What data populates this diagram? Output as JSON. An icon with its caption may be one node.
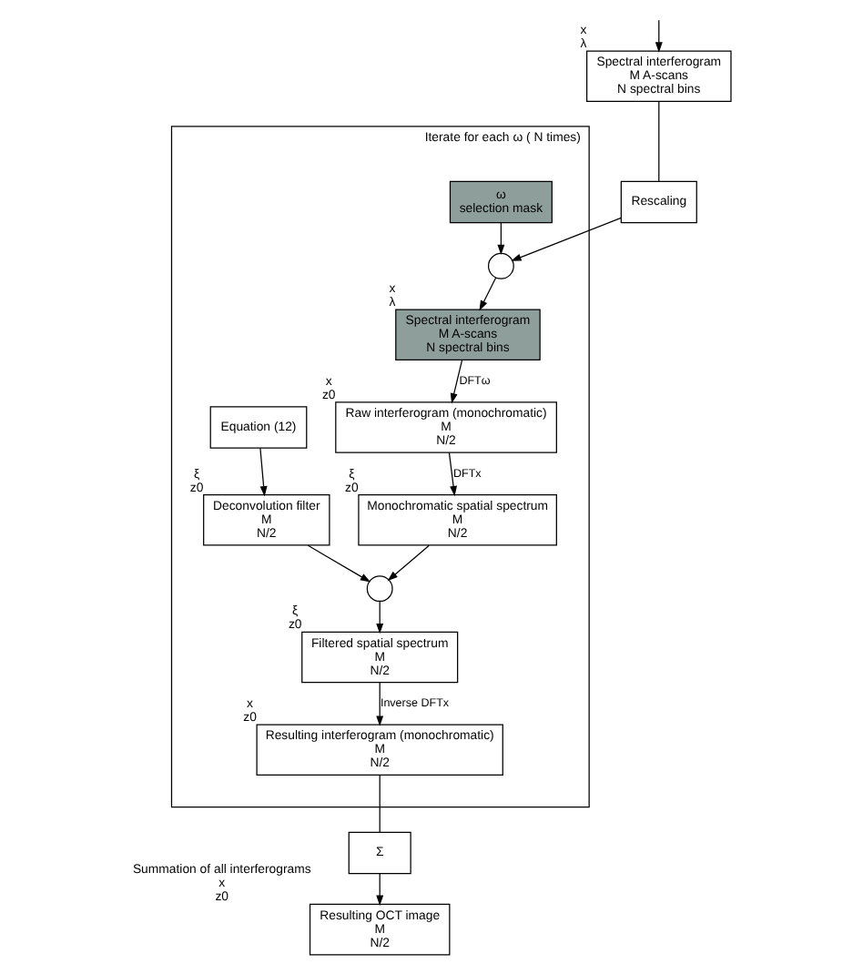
{
  "diagram": {
    "nodes": [
      {
        "text": [
          "Spectral interferogram",
          "M A-scans",
          "N spectral bins"
        ],
        "beside": [
          "x",
          "λ"
        ]
      },
      {
        "text": [
          "Rescaling"
        ]
      },
      {
        "text": [
          "Iterate for each ω ( N times)"
        ]
      },
      {
        "text": [
          "ω",
          "selection mask"
        ],
        "in": 2
      },
      {
        "text": [],
        "shape": "circle",
        "in": 2
      },
      {
        "text": [
          "Spectral interferogram",
          "M A-scans",
          "N spectral bins"
        ],
        "beside": [
          "x",
          "λ"
        ],
        "in": 2
      },
      {
        "text": [
          "Raw interferogram (monochromatic)",
          "M",
          "N/2"
        ],
        "beside": [
          "x",
          "z0"
        ],
        "in": 2
      },
      {
        "text": [
          "Monochromatic spatial spectrum",
          "M",
          "N/2"
        ],
        "beside": [
          "ξ",
          "z0"
        ],
        "in": 2
      },
      {
        "text": [],
        "shape": "circle",
        "in": 2
      },
      {
        "text": [
          "Equation (12)"
        ],
        "in": 2
      },
      {
        "text": [
          "Deconvolution filter",
          "M",
          "N/2"
        ],
        "beside": [
          "ξ",
          "z0"
        ],
        "in": 2
      },
      {
        "text": [
          "Filtered spatial spectrum",
          "M",
          "N/2"
        ],
        "beside": [
          "ξ",
          "z0"
        ],
        "in": 2
      },
      {
        "text": [
          "Resulting interferogram (monochromatic)",
          "M",
          "N/2"
        ],
        "beside": [
          "x",
          "z0"
        ],
        "in": 2
      },
      {
        "text": [
          "Σ"
        ]
      },
      {
        "text": [
          "Resulting OCT image",
          "M",
          "N/2"
        ],
        "beside": [
          "Summation of all interferograms",
          "x",
          "z0"
        ]
      }
    ],
    "edges": [
      {
        "from": null,
        "to": 0,
        "arrow": "to"
      },
      {
        "from": 0,
        "to": 1,
        "arrow": "none"
      },
      {
        "from": 1,
        "to": 4,
        "arrow": "to"
      },
      {
        "from": 3,
        "to": 4,
        "arrow": "to"
      },
      {
        "from": 4,
        "to": 5,
        "arrow": "to"
      },
      {
        "from": 5,
        "to": 6,
        "arrow": "to",
        "label": "DFTω"
      },
      {
        "from": 6,
        "to": 7,
        "arrow": "to",
        "label": "DFTx"
      },
      {
        "from": 7,
        "to": 8,
        "arrow": "to"
      },
      {
        "from": 10,
        "to": 8,
        "arrow": "to"
      },
      {
        "from": 8,
        "to": 11,
        "arrow": "to"
      },
      {
        "from": 9,
        "to": 10,
        "arrow": "to"
      },
      {
        "from": 11,
        "to": 12,
        "arrow": "to",
        "label": "Inverse DFTx"
      },
      {
        "from": 12,
        "to": 13,
        "arrow": "none"
      },
      {
        "from": 13,
        "to": 14,
        "arrow": "to"
      }
    ]
  }
}
